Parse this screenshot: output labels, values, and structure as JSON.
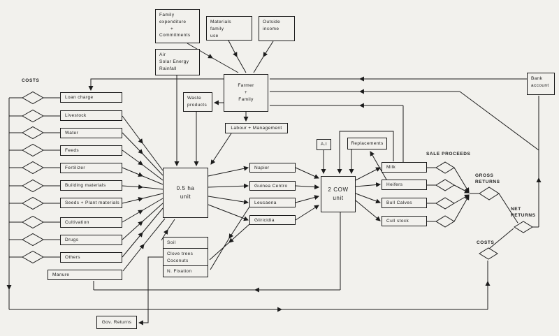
{
  "colors": {
    "ink": "#1c1c1c",
    "paper": "#f2f1ed"
  },
  "labels": {
    "costs_left": "COSTS",
    "sale_proceeds": "SALE PROCEEDS",
    "gross_1": "GROSS",
    "gross_2": "RETURNS",
    "net_1": "NET",
    "net_2": "RETURNS",
    "costs_right": "COSTS"
  },
  "cost_items": [
    "Loan charge",
    "Livestock",
    "Water",
    "Feeds",
    "Fertilizer",
    "Building materials",
    "Seeds + Plant materials",
    "Cultivation",
    "Drugs",
    "Others",
    "Manure"
  ],
  "forage_items": [
    "Napier",
    "Guinea Centro",
    "Leucaena",
    "Gliricidia"
  ],
  "product_items": [
    "Milk",
    "Heifers",
    "Bull Calves",
    "Cull stock"
  ],
  "boxes": {
    "family_expenditure": {
      "l1": "Family",
      "l2": "expenditure",
      "l3": "+",
      "l4": "Commitments"
    },
    "materials_family_use": {
      "l1": "Materials",
      "l2": "family",
      "l3": "use"
    },
    "outside_income": {
      "l1": "Outside",
      "l2": "income"
    },
    "air_solar": {
      "l1": "Air",
      "l2": "Solar Energy",
      "l3": "Rainfall"
    },
    "farmer_family": {
      "l1": "Farmer",
      "l2": "+",
      "l3": "Family"
    },
    "waste_products": {
      "l1": "Waste",
      "l2": "products"
    },
    "labour_management": {
      "l1": "Labour + Management"
    },
    "bank_account": {
      "l1": "Bank",
      "l2": "account"
    },
    "half_ha_unit": {
      "l1": "0.5 ha",
      "l2": "unit"
    },
    "two_cow_unit": {
      "l1": "2  COW",
      "l2": "unit"
    },
    "ai": {
      "l1": "A.I"
    },
    "replacements": {
      "l1": "Replacements"
    },
    "soil_stack": {
      "row1": "Soil",
      "row2a": "Clove trees",
      "row2b": "Coconuts",
      "row3": "N. Fixation"
    },
    "gov_returns": {
      "l1": "Gov. Returns"
    }
  }
}
